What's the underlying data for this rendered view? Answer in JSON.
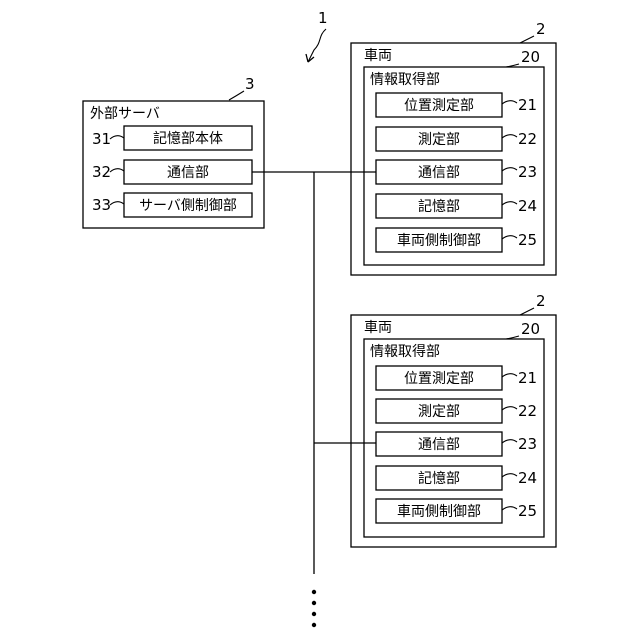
{
  "system": {
    "ref": "1"
  },
  "server": {
    "ref": "3",
    "title": "外部サーバ",
    "items": [
      {
        "ref": "31",
        "label": "記憶部本体"
      },
      {
        "ref": "32",
        "label": "通信部"
      },
      {
        "ref": "33",
        "label": "サーバ側制御部"
      }
    ]
  },
  "vehicles": [
    {
      "ref": "2",
      "title": "車両",
      "unit": {
        "ref": "20",
        "title": "情報取得部",
        "items": [
          {
            "ref": "21",
            "label": "位置測定部"
          },
          {
            "ref": "22",
            "label": "測定部"
          },
          {
            "ref": "23",
            "label": "通信部"
          },
          {
            "ref": "24",
            "label": "記憶部"
          },
          {
            "ref": "25",
            "label": "車両側制御部"
          }
        ]
      }
    },
    {
      "ref": "2",
      "title": "車両",
      "unit": {
        "ref": "20",
        "title": "情報取得部",
        "items": [
          {
            "ref": "21",
            "label": "位置測定部"
          },
          {
            "ref": "22",
            "label": "測定部"
          },
          {
            "ref": "23",
            "label": "通信部"
          },
          {
            "ref": "24",
            "label": "記憶部"
          },
          {
            "ref": "25",
            "label": "車両側制御部"
          }
        ]
      }
    }
  ]
}
